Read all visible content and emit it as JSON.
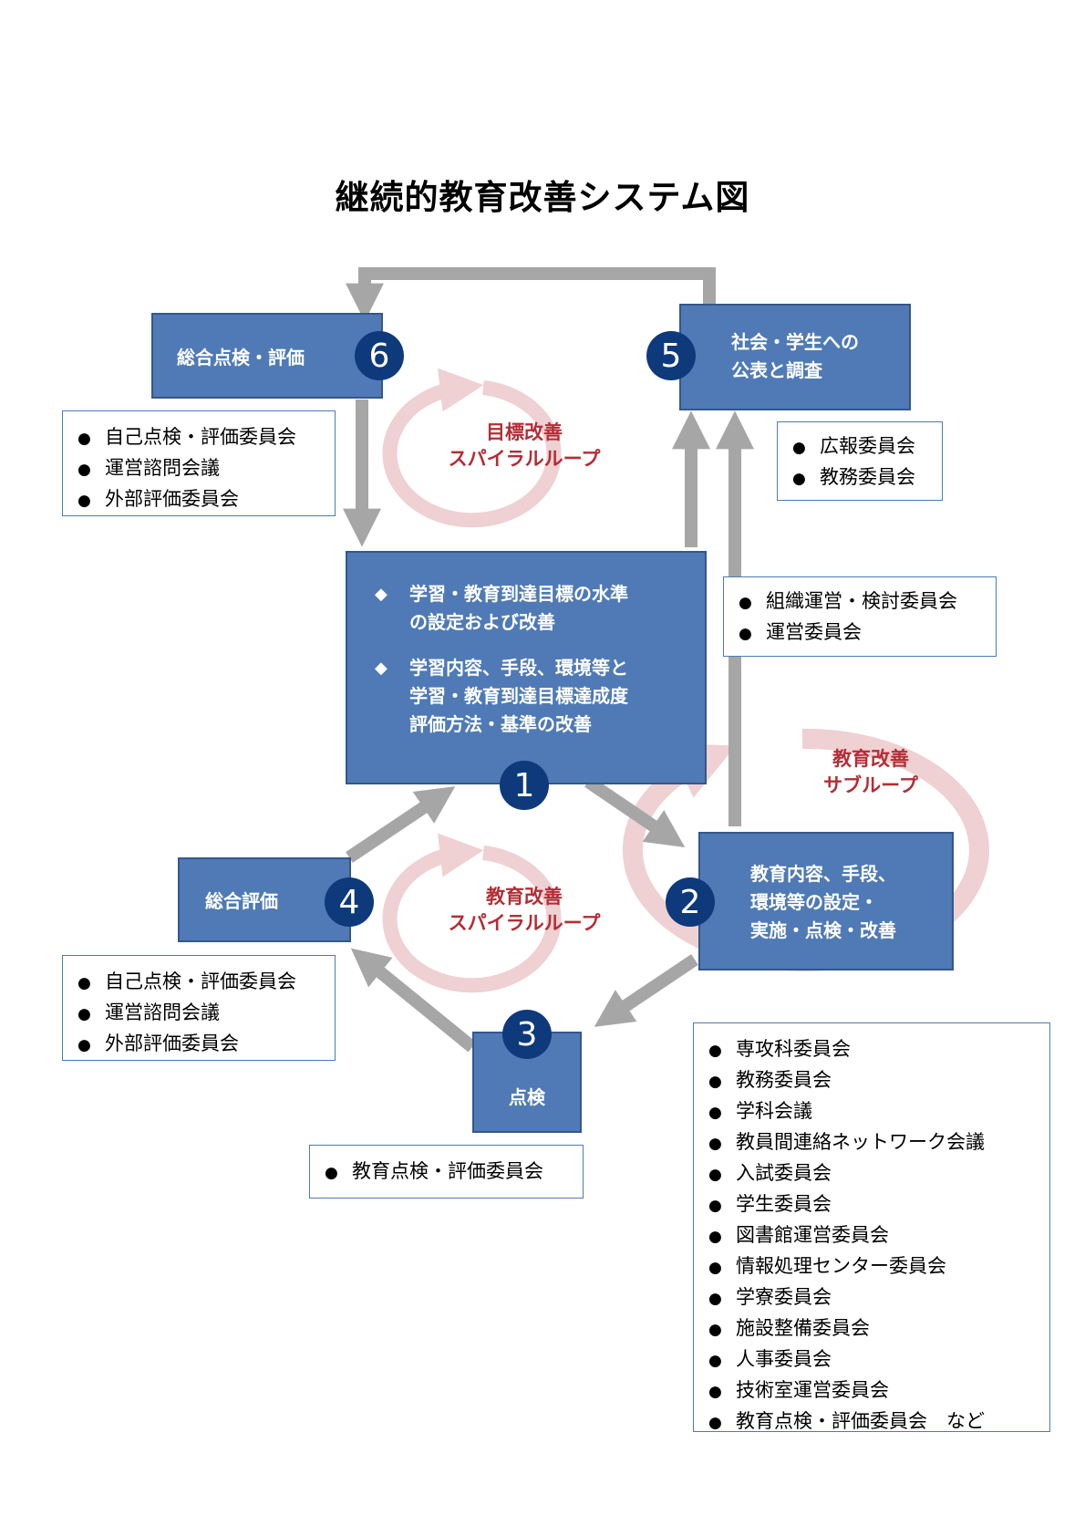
{
  "title": "継続的教育改善システム図",
  "nodes": {
    "n6": {
      "number": "6",
      "label": "総合点検・評価"
    },
    "n5": {
      "number": "5",
      "line1": "社会・学生への",
      "line2": "公表と調査"
    },
    "n1": {
      "number": "1",
      "bullet1_line1": "学習・教育到達目標の水準",
      "bullet1_line2": "の設定および改善",
      "bullet2_line1": "学習内容、手段、環境等と",
      "bullet2_line2": "学習・教育到達目標達成度",
      "bullet2_line3": "評価方法・基準の改善"
    },
    "n2": {
      "number": "2",
      "line1": "教育内容、手段、",
      "line2": "環境等の設定・",
      "line3": "実施・点検・改善"
    },
    "n3": {
      "number": "3",
      "label": "点検"
    },
    "n4": {
      "number": "4",
      "label": "総合評価"
    }
  },
  "loops": {
    "top": {
      "line1": "目標改善",
      "line2": "スパイラルループ"
    },
    "middle": {
      "line1": "教育改善",
      "line2": "スパイラルループ"
    },
    "sub": {
      "line1": "教育改善",
      "line2": "サブループ"
    }
  },
  "lists": {
    "n6_list": [
      "自己点検・評価委員会",
      "運営諮問会議",
      "外部評価委員会"
    ],
    "n5_list": [
      "広報委員会",
      "教務委員会"
    ],
    "n1_list": [
      "組織運営・検討委員会",
      "運営委員会"
    ],
    "n4_list": [
      "自己点検・評価委員会",
      "運営諮問会議",
      "外部評価委員会"
    ],
    "n3_list": [
      "教育点検・評価委員会"
    ],
    "n2_list": [
      "専攻科委員会",
      "教務委員会",
      "学科会議",
      "教員間連絡ネットワーク会議",
      "入試委員会",
      "学生委員会",
      "図書館運営委員会",
      "情報処理センター委員会",
      "学寮委員会",
      "施設整備委員会",
      "人事委員会",
      "技術室運営委員会",
      "教育点検・評価委員会　など"
    ]
  },
  "colors": {
    "box": "#4f7ab5",
    "circle": "#0e3a7c",
    "arrow": "#a6a6a6",
    "loop": "#efd0d3",
    "loop_text": "#b42d35"
  }
}
